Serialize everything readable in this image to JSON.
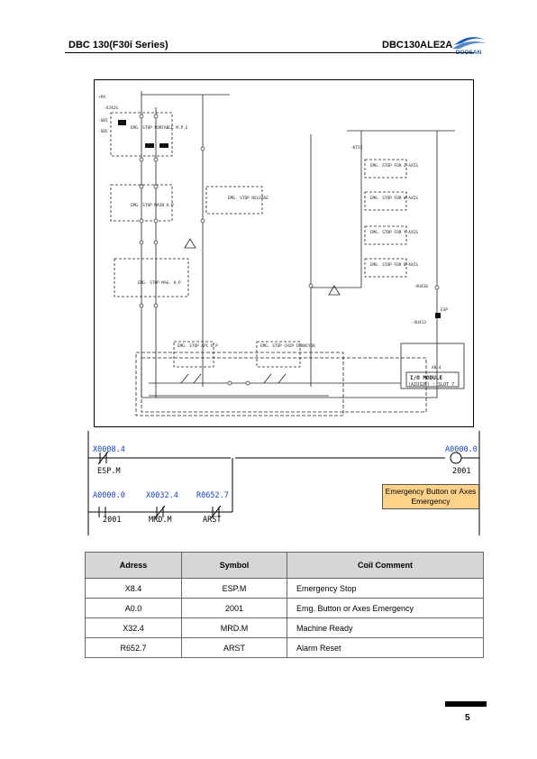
{
  "header": {
    "left_title": "DBC 130(F30i Series)",
    "right_title": "DBC130ALE2A",
    "logo_text": "DOOSAN",
    "brand_color": "#1b5fb5"
  },
  "schematic": {
    "labels": {
      "p_top": "+PA",
      "xj424": "-XJ424",
      "sb1": "-SB1",
      "sb5": "-SB5",
      "estop_portable": "EMG. STOP PORTABLE M.P.G",
      "estop_main": "EMG. STOP MAIN O.P",
      "estop_mag": "EMG. STOP MAG. O.P",
      "estop_apc": "EMG. STOP APC O.P",
      "estop_conv": "EMG. STOP CHIP CONVEYOR",
      "release": "EMG. STOP RELEASE",
      "esp": "ESP",
      "x84": "X8.4",
      "io_module_1": "I/O MODULE",
      "io_module_2": "(AIO32E) : SLOT 7",
      "r_2x": "EMG. STOP FOR Z-AXIS",
      "r_wx": "EMG. STOP FOR W-AXIS",
      "r_yx": "EMG. STOP FOR Y-AXIS",
      "r_bx": "EMG. STOP FOR B-AXIS",
      "kt13": "-KT13",
      "xu420": "-XU420",
      "xu413": "-XU413"
    }
  },
  "ladder": {
    "rung1": {
      "contact_addr": "X0008.4",
      "contact_sym": "ESP.M",
      "coil_addr": "A0000.0",
      "coil_sym": "2001"
    },
    "rung2": {
      "contacts": [
        {
          "addr": "A0000.0",
          "sym": "2001"
        },
        {
          "addr": "X0032.4",
          "sym": "MRD.M"
        },
        {
          "addr": "R0652.7",
          "sym": "ARST"
        }
      ],
      "callout": "Emergency Button or Axes Emergency"
    },
    "address_color": "#1a3fbf",
    "callout_color": "#ffd28a"
  },
  "coil_table": {
    "headers": [
      "Adress",
      "Symbol",
      "Coil Comment"
    ],
    "rows": [
      [
        "X8.4",
        "ESP.M",
        "Emergency Stop"
      ],
      [
        "A0.0",
        "2001",
        "Emg. Button or Axes Emergency"
      ],
      [
        "X32.4",
        "MRD.M",
        "Machine Ready"
      ],
      [
        "R652.7",
        "ARST",
        "Alarm Reset"
      ]
    ]
  },
  "footer": {
    "page_number": "5"
  }
}
